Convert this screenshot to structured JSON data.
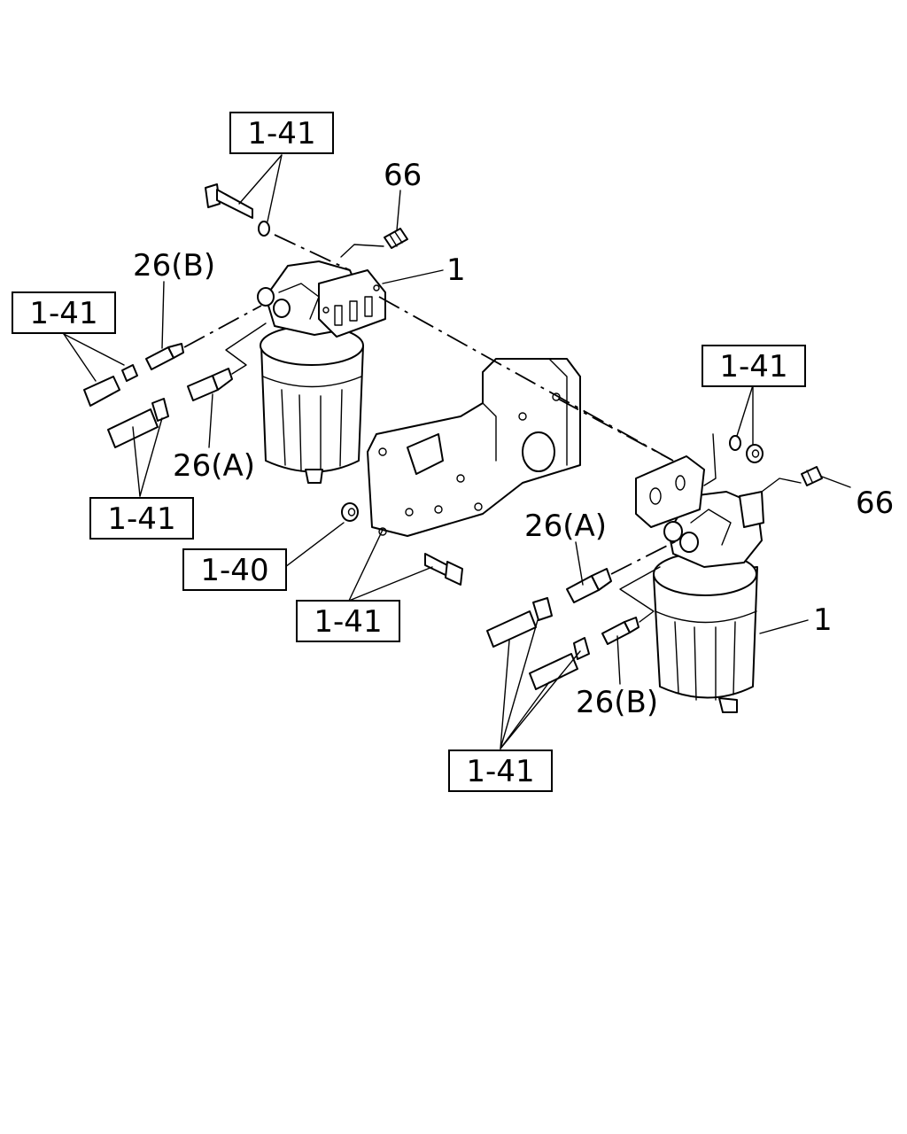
{
  "callouts": {
    "ref_top": "1-41",
    "ref_left": "1-41",
    "ref_left_lower": "1-41",
    "ref_right_top": "1-41",
    "ref_bracket_bolts": "1-41",
    "ref_bracket_nut": "1-40",
    "ref_right_lower": "1-41",
    "part_66_left": "66",
    "part_66_right": "66",
    "part_1_left": "1",
    "part_1_right": "1",
    "part_26b_left": "26(B)",
    "part_26a_left": "26(A)",
    "part_26a_right": "26(A)",
    "part_26b_right": "26(B)"
  }
}
